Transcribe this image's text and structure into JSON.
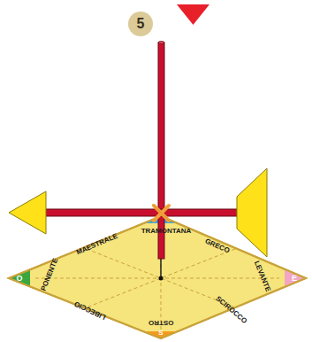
{
  "diagram": {
    "nodes": [
      {
        "text": [
          "5"
        ]
      },
      {
        "text": [
          "O"
        ]
      },
      {
        "text": [
          "E"
        ]
      },
      {
        "text": [
          "S"
        ]
      }
    ],
    "labels": [
      "MAESTRALE",
      "TRAMONTANA",
      "GRECO",
      "LEVANTE",
      "SCIROCCO",
      "OSTRO",
      "LIBECCIO",
      "PONENTE"
    ]
  }
}
